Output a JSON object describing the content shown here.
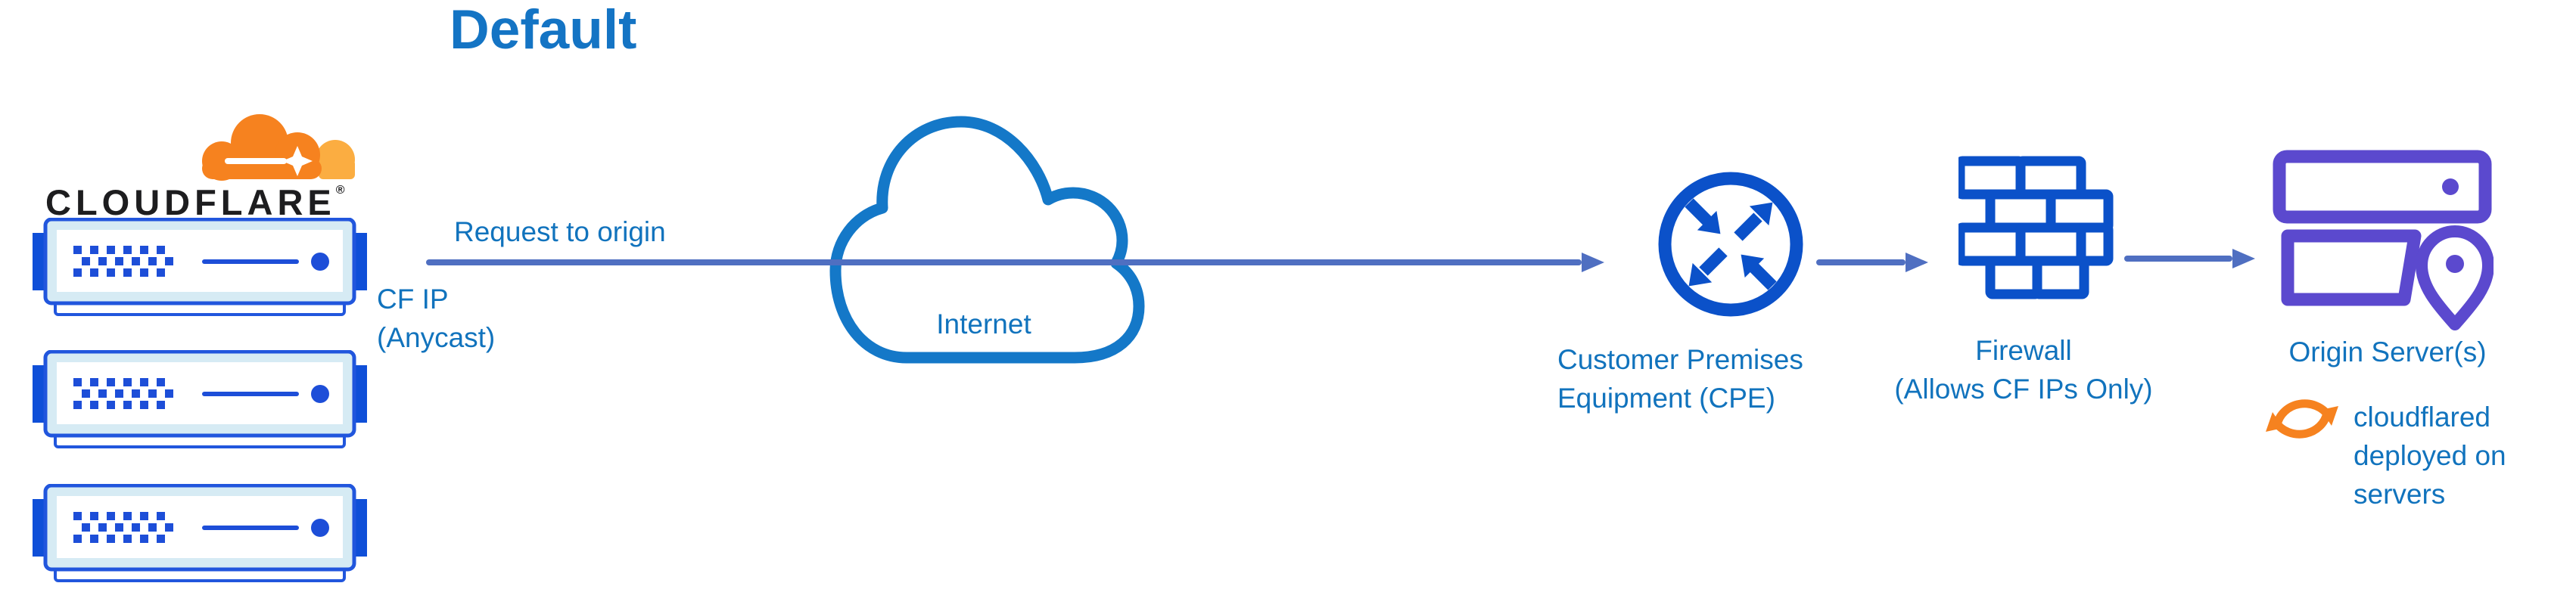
{
  "title": "Default",
  "logo": {
    "wordmark": "CLOUDFLARE",
    "registered": "®"
  },
  "edge_link": {
    "request_label": "Request to origin",
    "ip_line1": "CF IP",
    "ip_line2": "(Anycast)"
  },
  "cloud": {
    "label": "Internet"
  },
  "cpe": {
    "caption_line1": "Customer Premises",
    "caption_line2": "Equipment (CPE)"
  },
  "firewall": {
    "caption_line1": "Firewall",
    "caption_line2": "(Allows CF IPs Only)"
  },
  "origin": {
    "caption": "Origin Server(s)",
    "note_line1": "cloudflared",
    "note_line2": "deployed on",
    "note_line3": "servers"
  },
  "icons": {
    "logo": "cloudflare-logo",
    "edge_servers": "edge-server-rack-icon",
    "cloud": "internet-cloud-icon",
    "cpe": "cpe-router-icon",
    "firewall": "firewall-brick-icon",
    "origin": "origin-servers-location-icon",
    "sync": "sync-arrows-icon"
  },
  "colors": {
    "title_blue": "#1474c4",
    "label_blue": "#1173bd",
    "connector_blue": "#4f6fc1",
    "icon_blue": "#0b51c9",
    "server_border_blue": "#2156dd",
    "server_fill": "#d6ebf4",
    "cloud_stroke": "#1478c8",
    "origin_purple": "#5b49ce",
    "brand_orange": "#f6821f",
    "brand_orange_light": "#fbad41",
    "wordmark_dark": "#1d1d1f"
  }
}
